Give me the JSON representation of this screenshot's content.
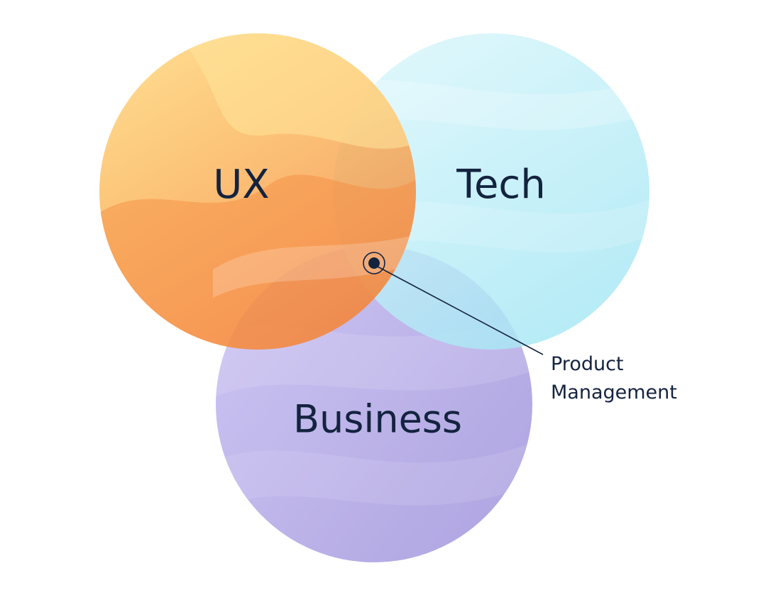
{
  "diagram": {
    "type": "venn",
    "sets": [
      {
        "id": "ux",
        "label": "UX",
        "color": "#f7a94e"
      },
      {
        "id": "tech",
        "label": "Tech",
        "color": "#aee8f5"
      },
      {
        "id": "business",
        "label": "Business",
        "color": "#b3a7e3"
      }
    ],
    "intersection": {
      "sets": [
        "ux",
        "tech",
        "business"
      ],
      "label_line1": "Product",
      "label_line2": "Management"
    },
    "colors": {
      "text": "#14233f",
      "ux_light": "#ffe08a",
      "ux_dark": "#f58a3e",
      "tech_light": "#d5f6fb",
      "tech_dark": "#9ce3f2",
      "business_light": "#cbc2f0",
      "business_dark": "#a99de0"
    }
  }
}
